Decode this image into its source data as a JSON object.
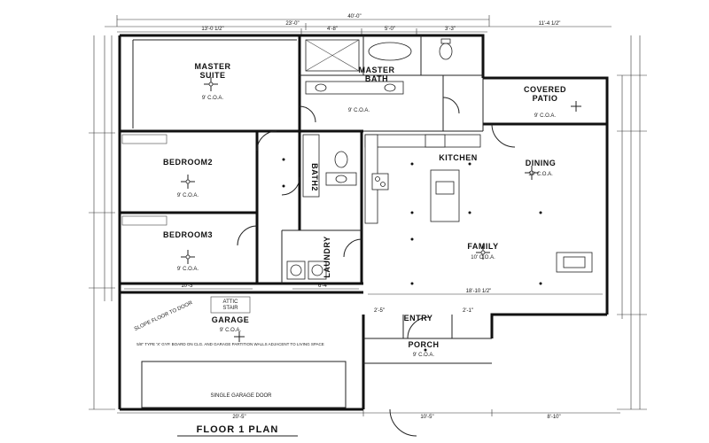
{
  "title": "FLOOR 1 PLAN",
  "rooms": {
    "master_suite": {
      "line1": "MASTER",
      "line2": "SUITE",
      "ceiling": "9' C.O.A."
    },
    "master_bath": {
      "line1": "MASTER",
      "line2": "BATH",
      "ceiling": "9' C.O.A."
    },
    "covered_patio": {
      "line1": "COVERED",
      "line2": "PATIO",
      "ceiling": "9' C.O.A."
    },
    "bedroom2": {
      "label": "BEDROOM2",
      "ceiling": "9' C.O.A."
    },
    "bedroom3": {
      "label": "BEDROOM3",
      "ceiling": "9' C.O.A."
    },
    "bath2": {
      "label": "BATH2"
    },
    "kitchen": {
      "label": "KITCHEN"
    },
    "dining": {
      "label": "DINING",
      "ceiling": "10' C.O.A."
    },
    "family": {
      "label": "FAMILY",
      "ceiling": "10' C.O.A."
    },
    "laundry": {
      "label": "LAUNDRY"
    },
    "garage": {
      "label": "GARAGE",
      "ceiling": "9' C.O.A."
    },
    "entry": {
      "label": "ENTRY"
    },
    "porch": {
      "label": "PORCH",
      "ceiling": "9' C.O.A."
    },
    "attic": {
      "line1": "ATTIC",
      "line2": "STAIR"
    }
  },
  "dimensions": {
    "overall_width": "40'-0\"",
    "upper_left": "23'-0\"",
    "upper_right": "11'-4 1/2\"",
    "seg1": "13'-0 1/2\"",
    "seg2": "4'-8\"",
    "seg3": "5'-0\"",
    "seg4": "3'-3\"",
    "family_width": "18'-10 1/2\"",
    "bottom_left": "20'-5\"",
    "bottom_mid": "10'-5\"",
    "bottom_right": "8'-10\"",
    "bed_width": "10'-3\"",
    "laundry_width": "6'-4\"",
    "entry_left": "2'-5\"",
    "entry_right": "2'-1\""
  },
  "notes": {
    "garage_note": "5/8\" TYPE 'X' GYP. BOARD ON CLG. AND GARAGE PARTITION WALLS ADJACENT TO LIVING SPACE",
    "slope_note": "SLOPE FLOOR TO DOOR",
    "header": "SINGLE GARAGE DOOR"
  }
}
